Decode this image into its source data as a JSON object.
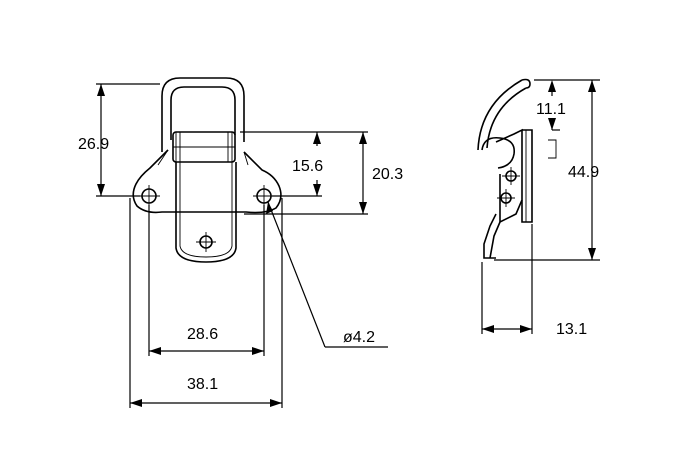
{
  "dimensions": {
    "front_handle_height": "26.9",
    "front_inner_height": "15.6",
    "front_total_height": "20.3",
    "front_hole_spacing": "28.6",
    "front_base_width": "38.1",
    "hole_diameter": "ø4.2",
    "side_top_offset": "11.1",
    "side_total_height": "44.9",
    "side_depth": "13.1"
  }
}
